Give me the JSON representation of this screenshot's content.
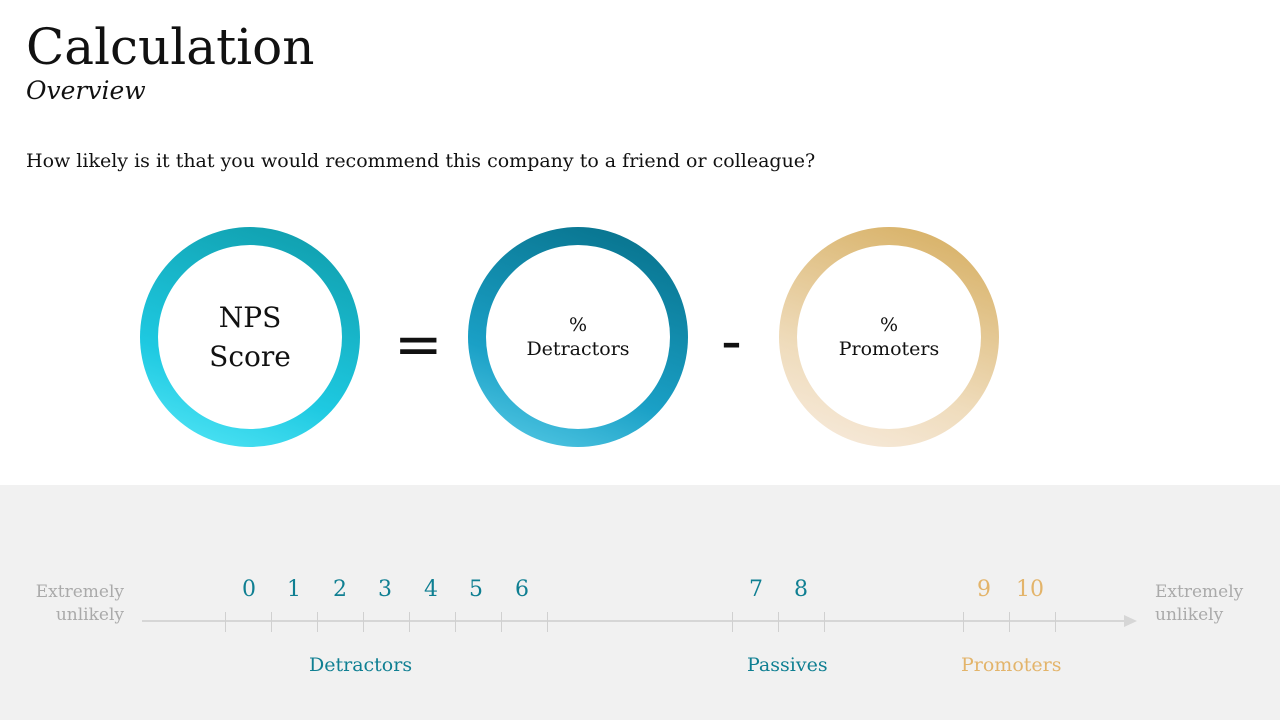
{
  "header": {
    "title": "Calculation",
    "subtitle": "Overview"
  },
  "question": "How likely is it that you would recommend this company to a friend or colleague?",
  "formula": {
    "nps_line1": "NPS",
    "nps_line2": "Score",
    "equals": "=",
    "detractors_pct": "%",
    "detractors_label": "Detractors",
    "minus": "-",
    "promoters_pct": "%",
    "promoters_label": "Promoters"
  },
  "scale": {
    "left_label_line1": "Extremely",
    "left_label_line2": "unlikely",
    "right_label_line1": "Extremely",
    "right_label_line2": "unlikely",
    "numbers": [
      "0",
      "1",
      "2",
      "3",
      "4",
      "5",
      "6",
      "7",
      "8",
      "9",
      "10"
    ],
    "groups": {
      "detractors": "Detractors",
      "passives": "Passives",
      "promoters": "Promoters"
    }
  },
  "colors": {
    "teal": "#0f7f92",
    "gold": "#e3b46a",
    "gray_text": "#aaaaaa",
    "band": "#f1f1f1"
  }
}
